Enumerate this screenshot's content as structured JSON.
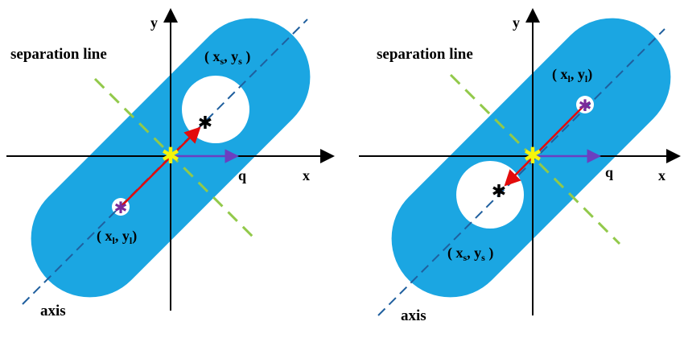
{
  "colors": {
    "shape": "#1ba6e2",
    "axis_line": "#1f5f9e",
    "separation_line": "#92c94a",
    "arrow_red": "#e30b0b",
    "arrow_purple": "#6b3fc0",
    "star_yellow": "#f5f50a",
    "star_purple": "#7a2a9a",
    "star_black": "#000000"
  },
  "left": {
    "separation_label": "separation line",
    "axis_label": "axis",
    "x_label": "x",
    "y_label": "y",
    "q_label": "q",
    "coord_top": {
      "open": "( x",
      "sub": "s",
      "mid": ", y",
      "sub2": "s",
      "close": " )"
    },
    "coord_bottom": {
      "open": "( x",
      "sub": "l",
      "mid": ", y",
      "sub2": "l",
      "close": ")"
    }
  },
  "right": {
    "separation_label": "separation line",
    "axis_label": "axis",
    "x_label": "x",
    "y_label": "y",
    "q_label": "q",
    "coord_top": {
      "open": "( x",
      "sub": "l",
      "mid": ", y",
      "sub2": "l",
      "close": ")"
    },
    "coord_bottom": {
      "open": "( x",
      "sub": "s",
      "mid": ", y",
      "sub2": "s",
      "close": " )"
    }
  }
}
